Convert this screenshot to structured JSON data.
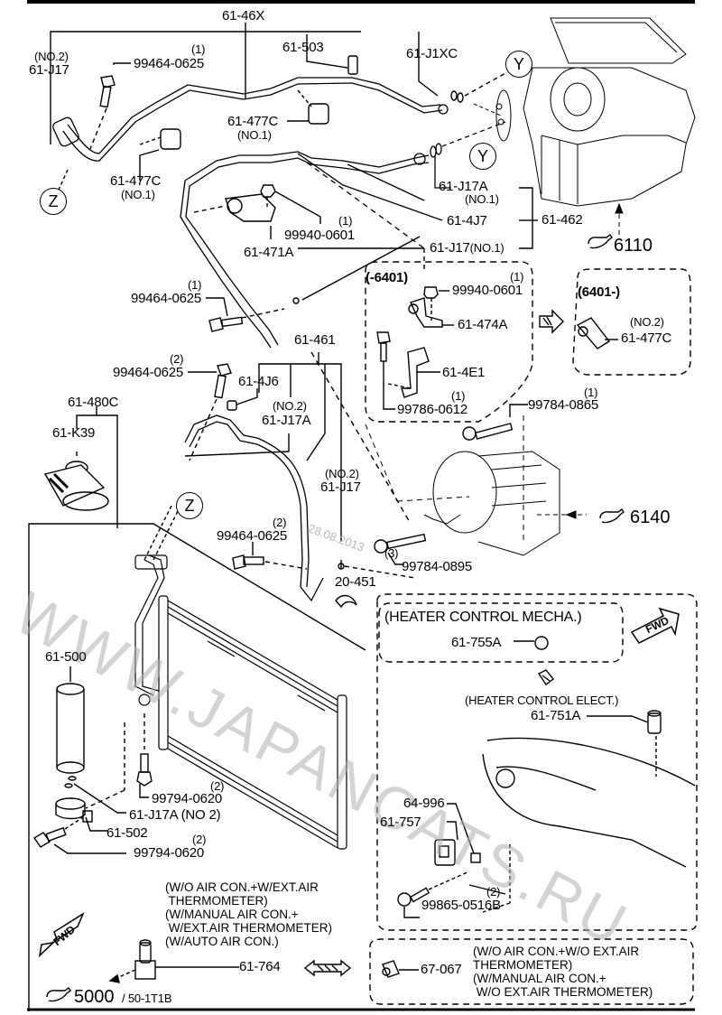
{
  "diagram": {
    "title": "Air conditioning system parts diagram",
    "watermark": "WWW.JAPANCATS.RU",
    "date_stamp": "28.08.2013",
    "callouts": {
      "top_group": "61-46X",
      "no2_j17_top": {
        "qty": "(NO.2)",
        "part": "61-J17"
      },
      "bolt_top": {
        "qty": "(1)",
        "part": "99464-0625"
      },
      "p503": "61-503",
      "j1xc": "61-J1XC",
      "clamp_a": {
        "part": "61-477C",
        "qty": "(NO.1)"
      },
      "clamp_b": {
        "part": "61-477C",
        "qty": "(NO.1)"
      },
      "nut_mid": {
        "qty": "(1)",
        "part": "99940-0601"
      },
      "bracket_471": "61-471A",
      "j17a_no1": {
        "part": "61-J17A",
        "qty": "(NO.1)"
      },
      "p4j7": "61-4J7",
      "j17_no1": {
        "part": "61-J17",
        "qty": "(NO.1)"
      },
      "p462": "61-462",
      "bolt_mid1": {
        "qty": "(1)",
        "part": "99464-0625"
      },
      "p461": "61-461",
      "bolt_mid2": {
        "qty": "(2)",
        "part": "99464-0625"
      },
      "p4j6": "61-4J6",
      "j17a_no2": {
        "qty": "(NO.2)",
        "part": "61-J17A"
      },
      "j17_no2": {
        "qty": "(NO.2)",
        "part": "61-J17"
      },
      "p480c": "61-480C",
      "pk39": "61-K39",
      "bolt_low": {
        "qty": "(2)",
        "part": "99464-0625"
      },
      "p20451": "20-451",
      "p500": "61-500",
      "bolt_99794a": {
        "qty": "(2)",
        "part": "99794-0620"
      },
      "j17a_no2b": "61-J17A (NO 2)",
      "p502": "61-502",
      "bolt_99794b": {
        "qty": "(2)",
        "part": "99794-0620"
      },
      "box_6401_old": {
        "title": "(-6401)",
        "nut": {
          "qty": "(1)",
          "part": "99940-0601"
        },
        "bracket": "61-474A",
        "stay": "61-4E1",
        "bolt": {
          "qty": "(1)",
          "part": "99786-0612"
        }
      },
      "box_6401_new": {
        "title": "(6401-)",
        "clamp": {
          "qty": "(NO.2)",
          "part": "61-477C"
        }
      },
      "bolt_99784a": {
        "qty": "(1)",
        "part": "99784-0865"
      },
      "bolt_99784b": {
        "qty": "(3)",
        "part": "99784-0895"
      },
      "heater_mecha": {
        "title": "(HEATER CONTROL MECHA.)",
        "part": "61-755A"
      },
      "heater_elect": {
        "title": "(HEATER CONTROL ELECT.)",
        "part": "61-751A"
      },
      "p64996": "64-996",
      "p61757": "61-757",
      "screw": {
        "qty": "(2)",
        "part": "99865-0516B"
      },
      "sensor": {
        "part": "61-764",
        "note": "(W/O AIR CON.+W/EXT.AIR\n THERMOMETER)\n(W/MANUAL AIR CON.+\n W/EXT.AIR THERMOMETER)\n(W/AUTO AIR CON.)"
      },
      "sensor_alt": {
        "part": "67-067",
        "note": "(W/O AIR CON.+W/O EXT.AIR\nTHERMOMETER)\n(W/MANUAL AIR CON.+\n W/O EXT.AIR THERMOMETER)"
      },
      "fwd": "FWD",
      "marker_y": "Y",
      "marker_z": "Z"
    },
    "references": {
      "heater_unit": "6110",
      "compressor": "6140",
      "sensor_ref": "5000",
      "sensor_ref_sub": "/ 50-1T1B"
    }
  }
}
